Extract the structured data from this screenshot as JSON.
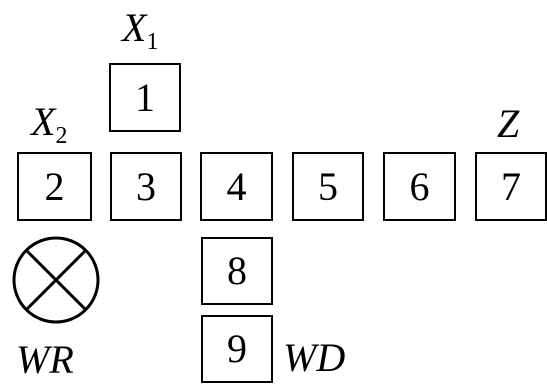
{
  "boxes": {
    "b1": "1",
    "b2": "2",
    "b3": "3",
    "b4": "4",
    "b5": "5",
    "b6": "6",
    "b7": "7",
    "b8": "8",
    "b9": "9"
  },
  "labels": {
    "x1_main": "X",
    "x1_sub": "1",
    "x2_main": "X",
    "x2_sub": "2",
    "z": "Z",
    "wr": "WR",
    "wd": "WD"
  },
  "icons": {
    "circled_cross": "circled-cross-icon"
  },
  "colors": {
    "stroke": "#000000",
    "background": "#ffffff"
  }
}
